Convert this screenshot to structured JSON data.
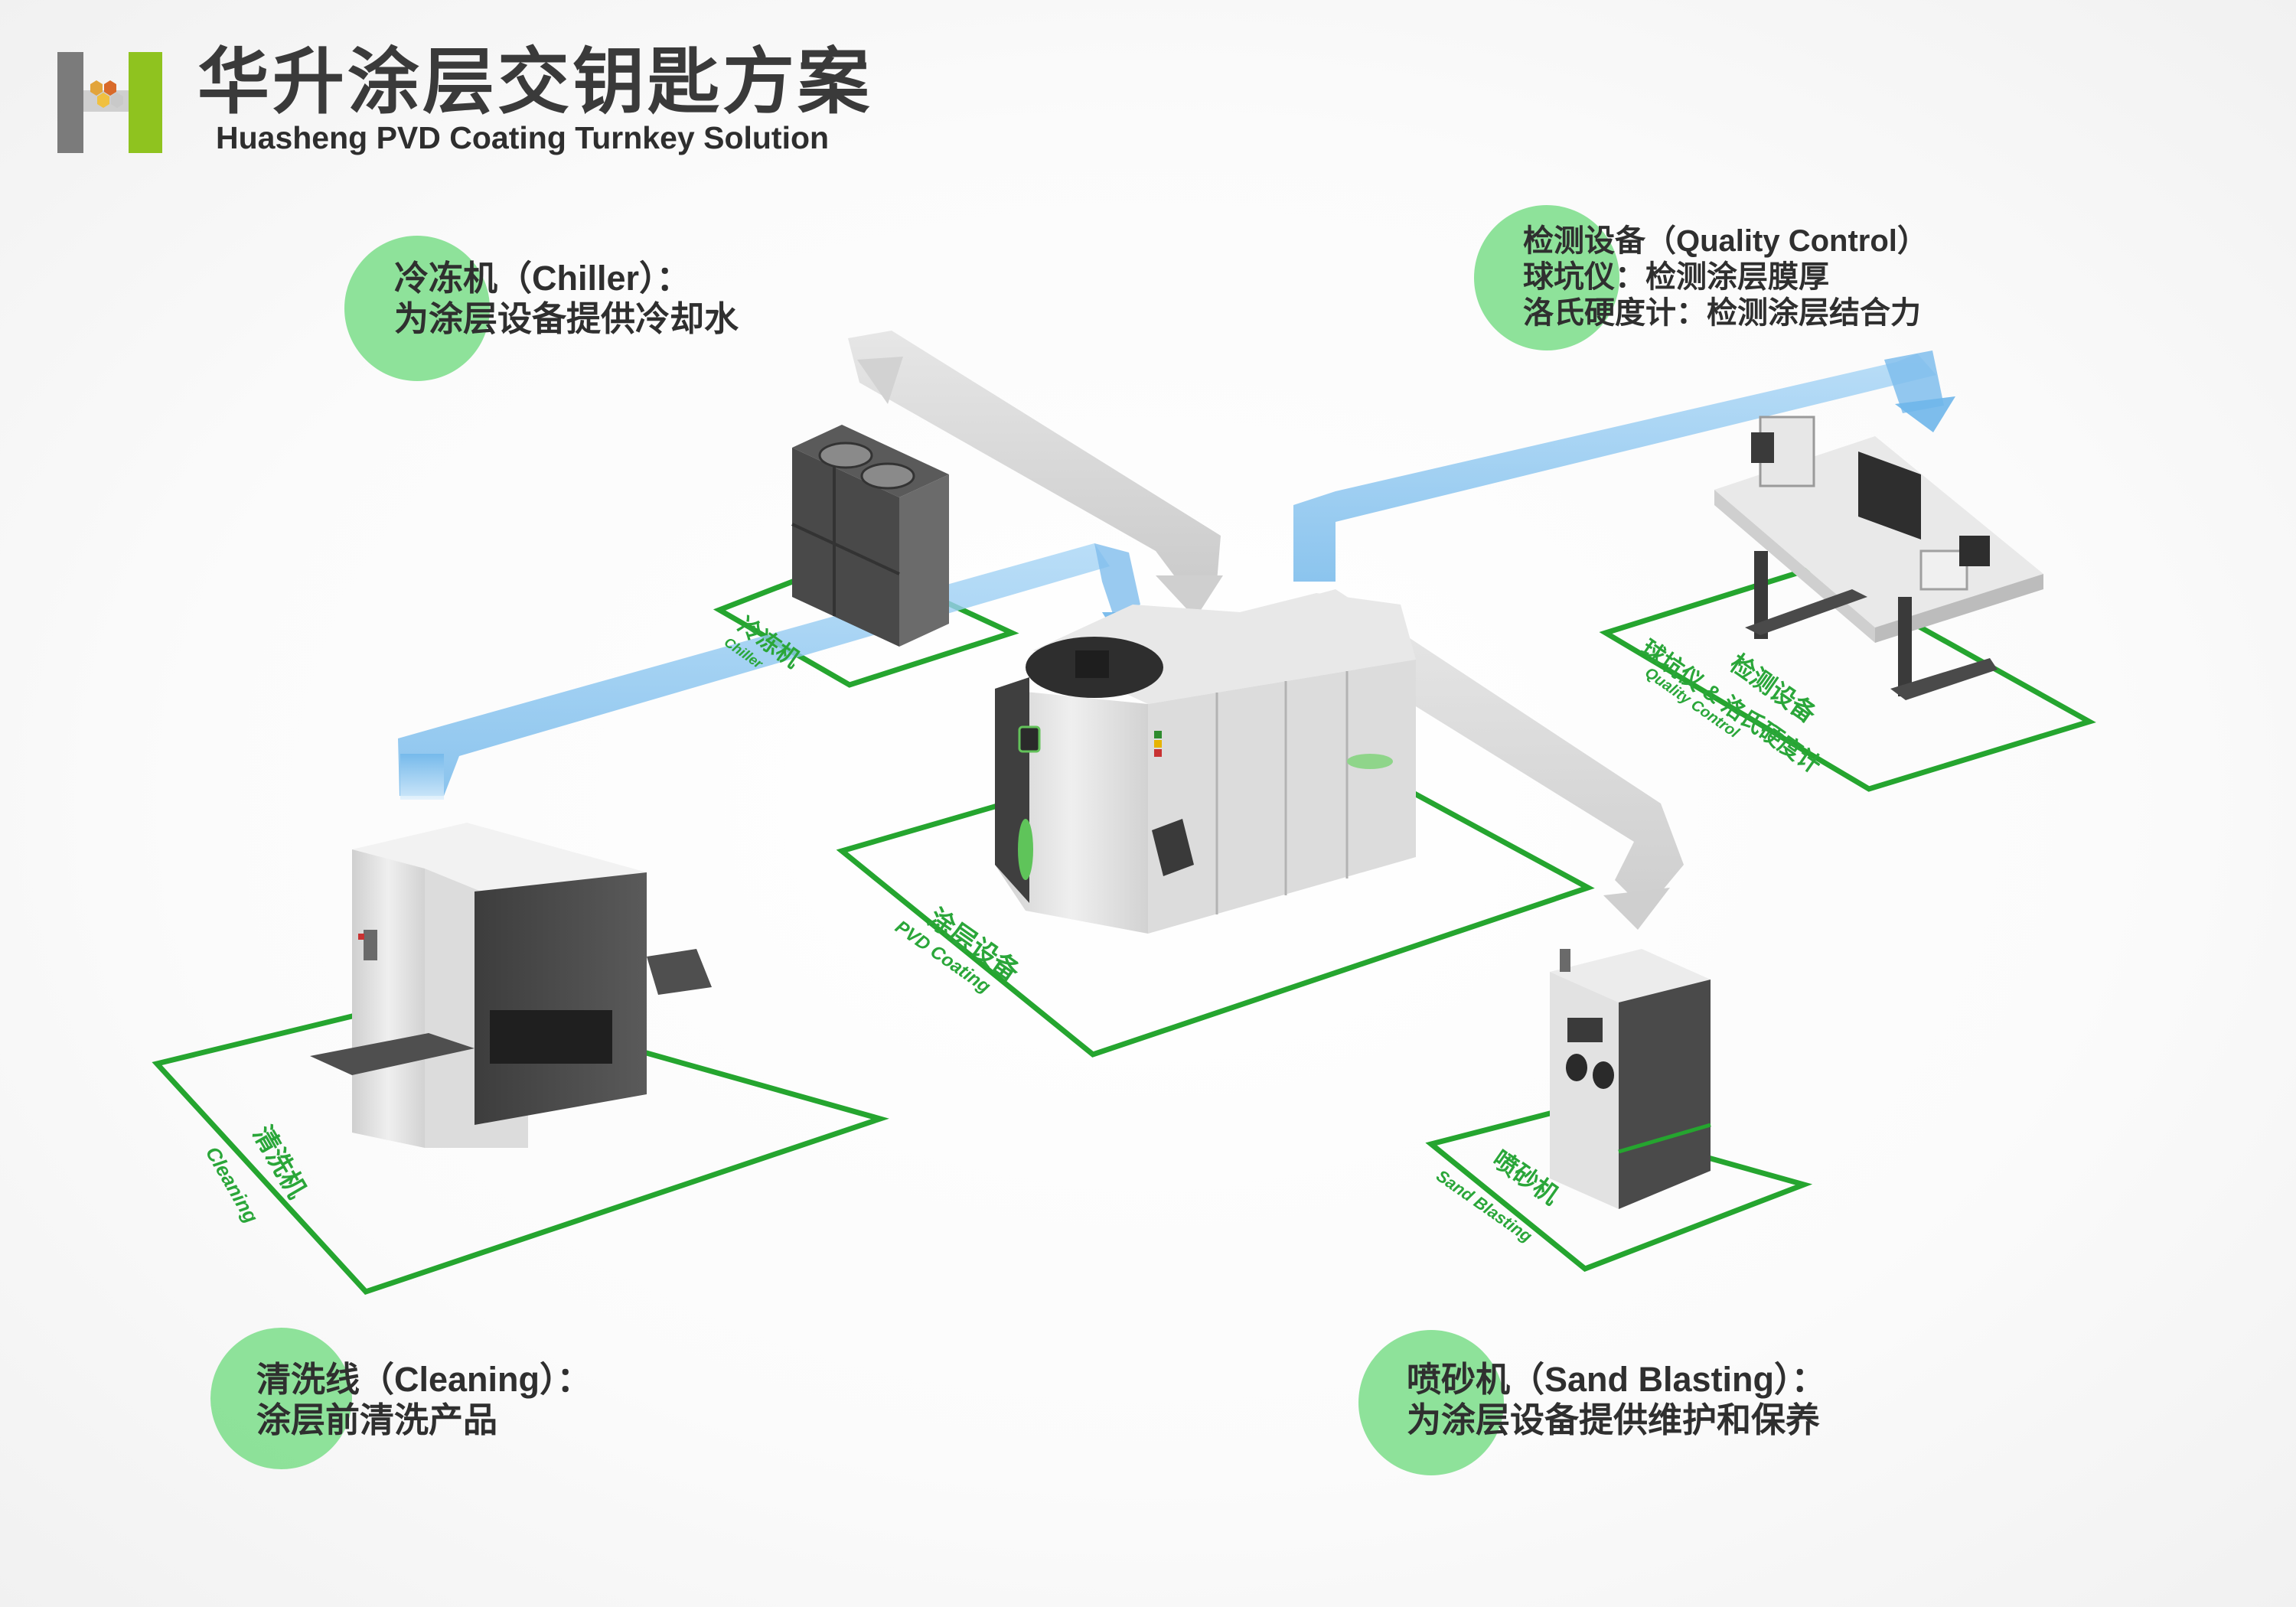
{
  "brand": {
    "title_cn": "华升涂层交钥匙方案",
    "title_en": "Huasheng PVD Coating Turnkey Solution"
  },
  "colors": {
    "zone_green": "#25a52f",
    "label_green": "#2aa639",
    "callout_dot": "#82df8f",
    "water_flow": "#8ec7ef",
    "process_flow": "#cfcfcf",
    "machine_gray": "#d9d9d9",
    "machine_dark": "#4a4a4a"
  },
  "callouts": {
    "chiller": {
      "title": "冷冻机（Chiller）：",
      "desc": "为涂层设备提供冷却水"
    },
    "quality": {
      "title": "检测设备（Quality Control）",
      "line2": "球坑仪：检测涂层膜厚",
      "line3": "洛氏硬度计：检测涂层结合力"
    },
    "cleaning": {
      "title": "清洗线（Cleaning）：",
      "desc": "涂层前清洗产品"
    },
    "sand": {
      "title": "喷砂机（Sand Blasting）：",
      "desc": "为涂层设备提供维护和保养"
    }
  },
  "zones": {
    "chiller": {
      "cn": "冷冻机",
      "en": "Chiller"
    },
    "pvd": {
      "cn": "涂层设备",
      "en": "PVD Coating"
    },
    "quality": {
      "cn": "检测设备",
      "cn2": "球坑仪 & 洛氏硬度计",
      "en": "Quality Control"
    },
    "cleaning": {
      "cn": "清洗机",
      "en": "Cleaning"
    },
    "sand": {
      "cn": "喷砂机",
      "en": "Sand Blasting"
    }
  },
  "icons": [
    "logo-h-icon",
    "fan-icon",
    "signal-light-icon",
    "touch-screen-icon",
    "monitor-icon",
    "microscope-icon"
  ]
}
